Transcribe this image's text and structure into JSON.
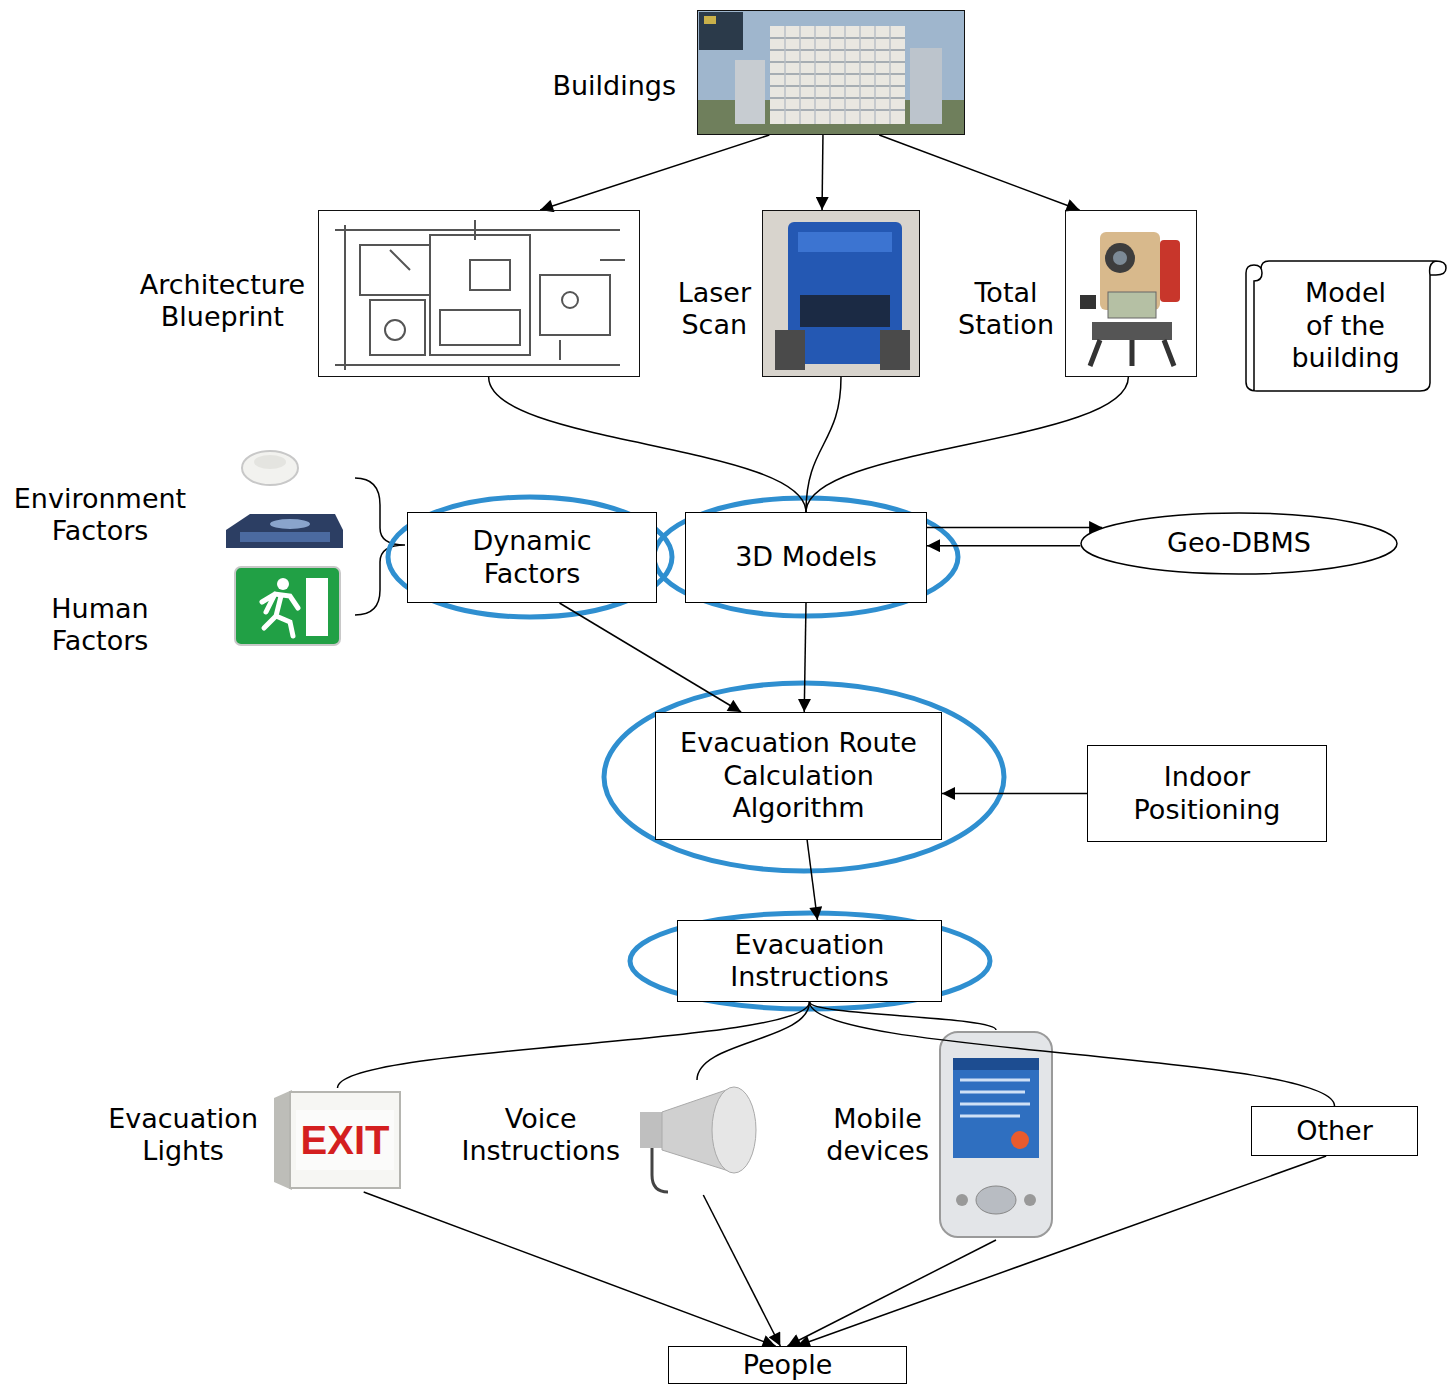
{
  "diagram": {
    "nodes": [
      {
        "text": [
          "Buildings"
        ]
      },
      {
        "text": [
          "Architecture Blueprint"
        ]
      },
      {
        "text": [
          "Laser Scan"
        ]
      },
      {
        "text": [
          "Total Station"
        ]
      },
      {
        "text": [
          "Model of the building"
        ]
      },
      {
        "text": [
          "Dynamic Factors"
        ]
      },
      {
        "text": [
          "3D Models"
        ]
      },
      {
        "text": [
          "Geo-DBMS"
        ]
      },
      {
        "text": [
          "Evacuation Route Calculation Algorithm"
        ]
      },
      {
        "text": [
          "Indoor Positioning"
        ]
      },
      {
        "text": [
          "Evacuation Instructions"
        ]
      },
      {
        "text": [
          "Evacuation Lights"
        ]
      },
      {
        "text": [
          "Voice Instructions"
        ]
      },
      {
        "text": [
          "Mobile devices"
        ]
      },
      {
        "text": [
          "Other"
        ]
      },
      {
        "text": [
          "People"
        ]
      }
    ],
    "edges": [
      {
        "from": 0,
        "to": 1,
        "arrow": "to"
      },
      {
        "from": 0,
        "to": 2,
        "arrow": "to"
      },
      {
        "from": 0,
        "to": 3,
        "arrow": "to"
      },
      {
        "from": 1,
        "to": 6,
        "arrow": "none"
      },
      {
        "from": 2,
        "to": 6,
        "arrow": "none"
      },
      {
        "from": 3,
        "to": 6,
        "arrow": "none"
      },
      {
        "from": 6,
        "to": 7,
        "arrow": "to"
      },
      {
        "from": 7,
        "to": 6,
        "arrow": "to"
      },
      {
        "from": 5,
        "to": 8,
        "arrow": "to"
      },
      {
        "from": 6,
        "to": 8,
        "arrow": "to"
      },
      {
        "from": 9,
        "to": 8,
        "arrow": "to"
      },
      {
        "from": 8,
        "to": 10,
        "arrow": "to"
      },
      {
        "from": 10,
        "to": 11,
        "arrow": "none"
      },
      {
        "from": 10,
        "to": 12,
        "arrow": "none"
      },
      {
        "from": 10,
        "to": 13,
        "arrow": "none"
      },
      {
        "from": 10,
        "to": 14,
        "arrow": "none"
      },
      {
        "from": 11,
        "to": 15,
        "arrow": "to"
      },
      {
        "from": 12,
        "to": 15,
        "arrow": "to"
      },
      {
        "from": 13,
        "to": 15,
        "arrow": "to"
      },
      {
        "from": 14,
        "to": 15,
        "arrow": "to"
      }
    ],
    "labels": [
      "Environment Factors",
      "Human Factors",
      "EXIT"
    ]
  }
}
